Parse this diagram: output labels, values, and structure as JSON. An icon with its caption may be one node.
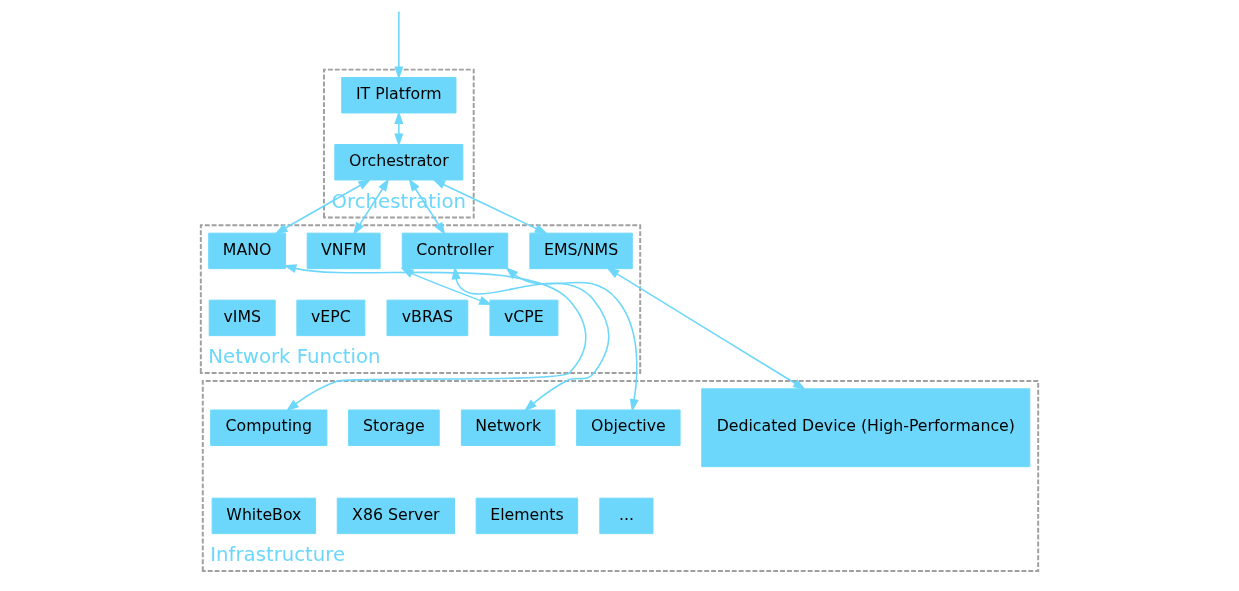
{
  "diagram": {
    "nodes": [
      {
        "text": [
          "Orchestration"
        ]
      },
      {
        "text": [
          "IT Platform"
        ],
        "in": 0
      },
      {
        "text": [
          "Orchestrator"
        ],
        "in": 0
      },
      {
        "text": [
          "Network Function"
        ]
      },
      {
        "text": [
          "MANO"
        ],
        "in": 3
      },
      {
        "text": [
          "VNFM"
        ],
        "in": 3
      },
      {
        "text": [
          "Controller"
        ],
        "in": 3
      },
      {
        "text": [
          "EMS/NMS"
        ],
        "in": 3
      },
      {
        "text": [
          "vIMS"
        ],
        "in": 3
      },
      {
        "text": [
          "vEPC"
        ],
        "in": 3
      },
      {
        "text": [
          "vBRAS"
        ],
        "in": 3
      },
      {
        "text": [
          "vCPE"
        ],
        "in": 3
      },
      {
        "text": [
          "Infrastructure"
        ]
      },
      {
        "text": [
          "Computing"
        ],
        "in": 12
      },
      {
        "text": [
          "Storage"
        ],
        "in": 12
      },
      {
        "text": [
          "Network"
        ],
        "in": 12
      },
      {
        "text": [
          "Objective"
        ],
        "in": 12
      },
      {
        "text": [
          "Dedicated Device (High-Performance)"
        ],
        "in": 12
      },
      {
        "text": [
          "WhiteBox"
        ],
        "in": 12
      },
      {
        "text": [
          "X86 Server"
        ],
        "in": 12
      },
      {
        "text": [
          "Elements"
        ],
        "in": 12
      },
      {
        "text": [
          "..."
        ],
        "in": 12
      }
    ],
    "edges": [
      {
        "from": null,
        "to": 1,
        "arrow": "to"
      },
      {
        "from": 1,
        "to": 2,
        "arrow": "both"
      },
      {
        "from": 2,
        "to": 4,
        "arrow": "both"
      },
      {
        "from": 2,
        "to": 5,
        "arrow": "both"
      },
      {
        "from": 2,
        "to": 6,
        "arrow": "both"
      },
      {
        "from": 2,
        "to": 7,
        "arrow": "both"
      },
      {
        "from": 4,
        "to": 13,
        "arrow": "both"
      },
      {
        "from": 6,
        "to": 11,
        "arrow": "both"
      },
      {
        "from": 6,
        "to": 15,
        "arrow": "both"
      },
      {
        "from": 6,
        "to": 16,
        "arrow": "both"
      },
      {
        "from": 7,
        "to": 17,
        "arrow": "both"
      }
    ]
  }
}
